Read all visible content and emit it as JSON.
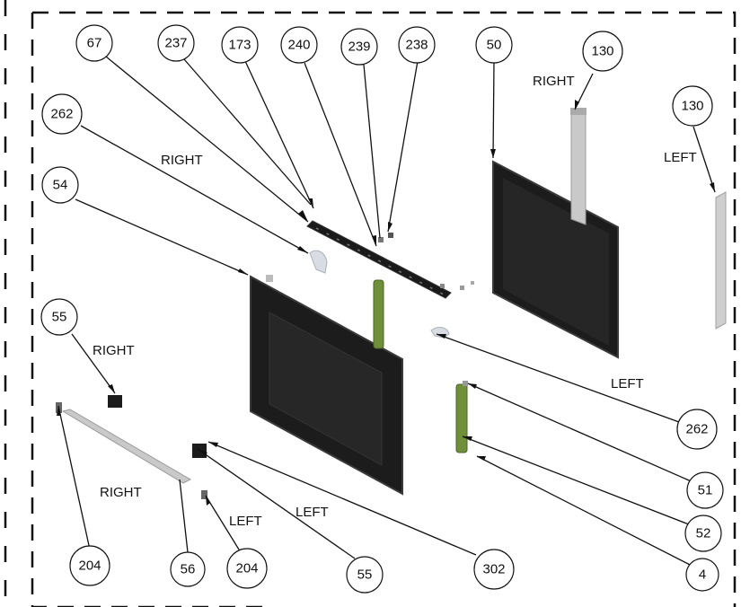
{
  "colors": {
    "panel": "#1c1c1c",
    "panel_edge": "#3a3a3a",
    "rail": "#c8c8c8",
    "green_part": "#6f8f3a",
    "border": "#111111"
  },
  "callouts": {
    "c67": "67",
    "c237": "237",
    "c173": "173",
    "c240": "240",
    "c239": "239",
    "c238": "238",
    "c50": "50",
    "c130r": "130",
    "c130l": "130",
    "c262t": "262",
    "c54": "54",
    "c55t": "55",
    "c262b": "262",
    "c51": "51",
    "c52": "52",
    "c4": "4",
    "c204a": "204",
    "c56": "56",
    "c204b": "204",
    "c55b": "55",
    "c302": "302"
  },
  "side_labels": {
    "right_top": "RIGHT",
    "left_top": "LEFT",
    "right_262": "RIGHT",
    "right_55": "RIGHT",
    "left_262": "LEFT",
    "right_56": "RIGHT",
    "left_204": "LEFT",
    "left_55": "LEFT"
  }
}
